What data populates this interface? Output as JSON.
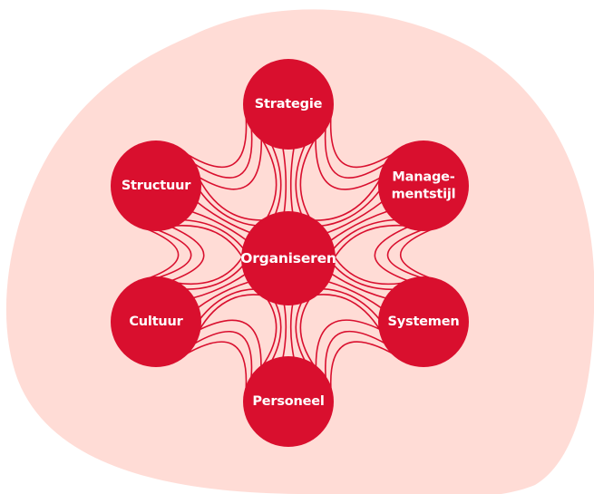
{
  "colors": {
    "blob": "#ffdcd6",
    "node": "#d90f2e",
    "label": "#ffffff"
  },
  "center": {
    "label": "Organiseren"
  },
  "nodes": [
    {
      "id": "strategie",
      "lines": [
        "Strategie"
      ]
    },
    {
      "id": "managementstijl",
      "lines": [
        "Manage-",
        "mentstijl"
      ]
    },
    {
      "id": "systemen",
      "lines": [
        "Systemen"
      ]
    },
    {
      "id": "personeel",
      "lines": [
        "Personeel"
      ]
    },
    {
      "id": "cultuur",
      "lines": [
        "Cultuur"
      ]
    },
    {
      "id": "structuur",
      "lines": [
        "Structuur"
      ]
    }
  ]
}
